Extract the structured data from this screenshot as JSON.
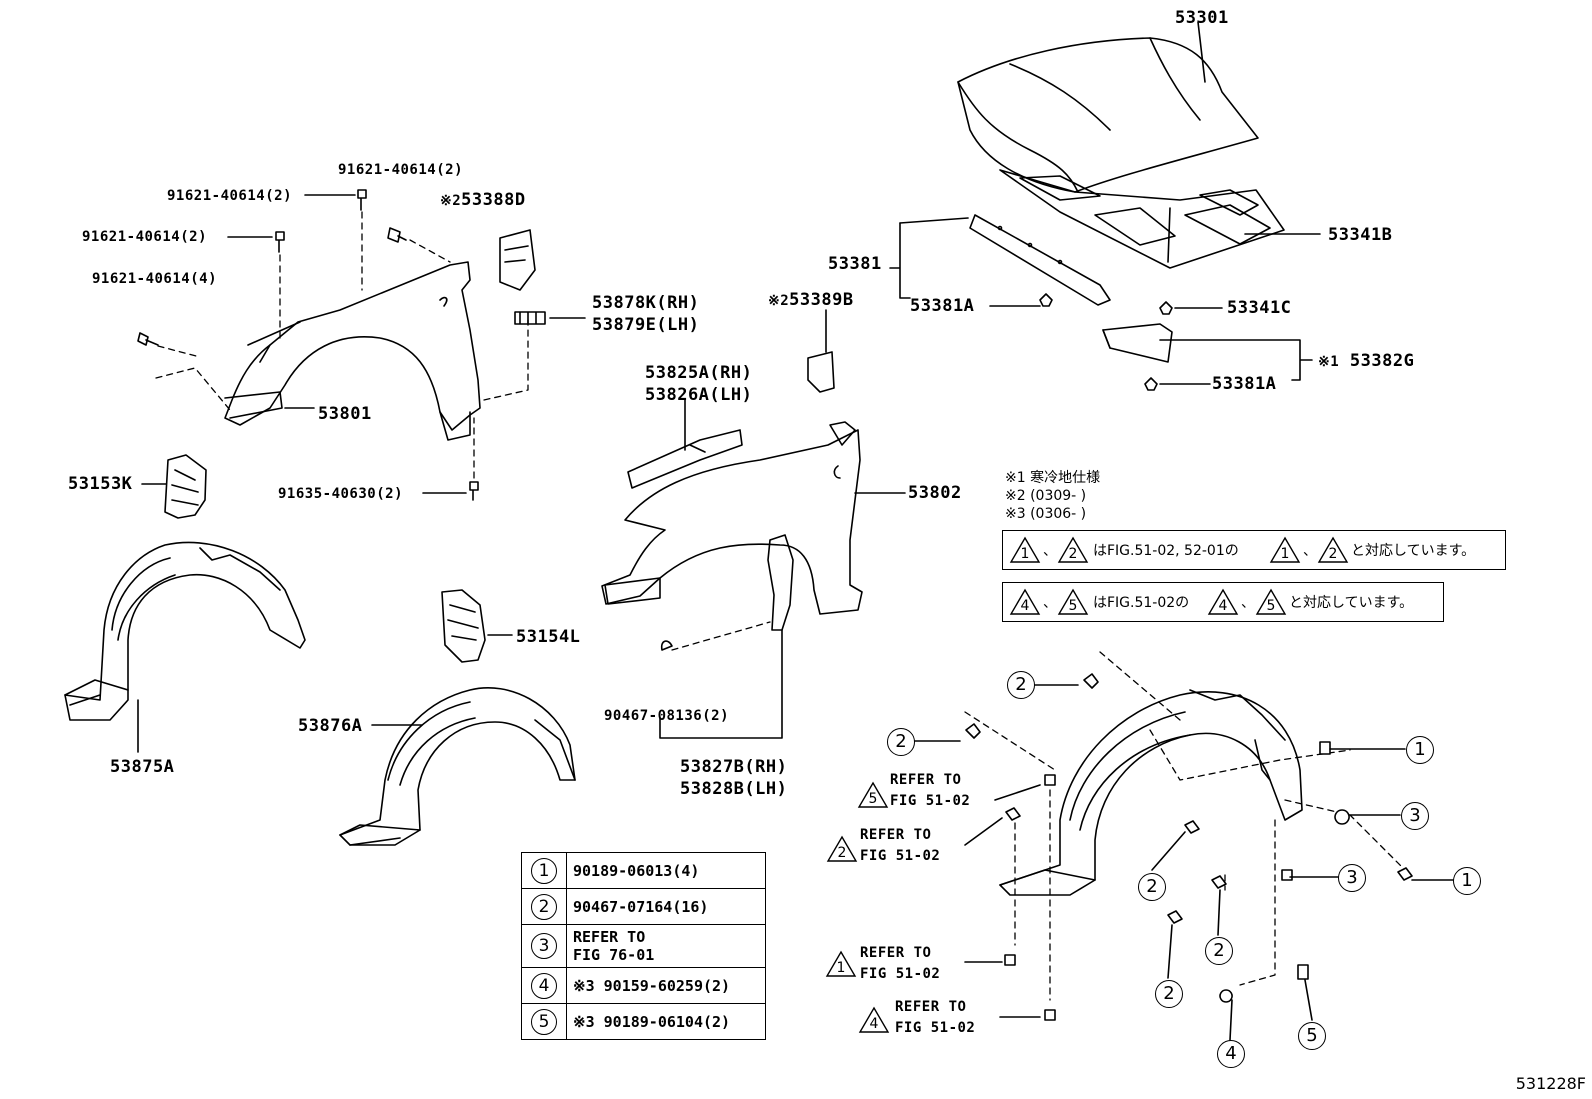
{
  "parts": {
    "p53301": "53301",
    "p53341B": "53341B",
    "p53381": "53381",
    "p53381A_top": "53381A",
    "p53341C": "53341C",
    "p53382G": "53382G",
    "p53382G_mark": "※1",
    "p53381A_bot": "53381A",
    "p53388D": "53388D",
    "p53388D_mark": "※2",
    "p53878K": "53878K(RH)",
    "p53879E": "53879E(LH)",
    "p53389B": "53389B",
    "p53389B_mark": "※2",
    "p53825A": "53825A(RH)",
    "p53826A": "53826A(LH)",
    "p53802": "53802",
    "p53801": "53801",
    "p53153K": "53153K",
    "p53154L": "53154L",
    "p53876A": "53876A",
    "p53875A": "53875A",
    "p90467_08136": "90467-08136(2)",
    "p53827B": "53827B(RH)",
    "p53828B": "53828B(LH)",
    "b91621_a": "91621-40614(2)",
    "b91621_b": "91621-40614(2)",
    "b91621_c": "91621-40614(2)",
    "b91621_d": "91621-40614(4)",
    "b91635": "91635-40630(2)"
  },
  "notes": {
    "n1": "※1  寒冷地仕様",
    "n2": "※2  (0309-        )",
    "n3": "※3  (0306-        )",
    "box1_text": "はFIG.51-02, 52-01の",
    "box1_end": "と対応しています。",
    "box2_text": "はFIG.51-02の",
    "box2_end": "と対応しています。",
    "comma": "、"
  },
  "refers": {
    "r5_line1": "REFER TO",
    "r5_line2": "FIG 51-02",
    "r5_num": "5",
    "r2_line1": "REFER TO",
    "r2_line2": "FIG 51-02",
    "r2_num": "2",
    "r1_line1": "REFER TO",
    "r1_line2": "FIG 51-02",
    "r1_num": "1",
    "r4_line1": "REFER TO",
    "r4_line2": "FIG 51-02",
    "r4_num": "4"
  },
  "callouts": {
    "c2a": "2",
    "c2b": "2",
    "c2c": "2",
    "c2d": "2",
    "c2e": "2",
    "c1a": "1",
    "c1b": "1",
    "c3a": "3",
    "c3b": "3",
    "c4": "4",
    "c5": "5",
    "t1": "1",
    "t2": "2",
    "t4": "4",
    "t5": "5"
  },
  "legend": [
    {
      "num": "1",
      "text": "90189-06013(4)"
    },
    {
      "num": "2",
      "text": "90467-07164(16)"
    },
    {
      "num": "3",
      "text": "REFER TO",
      "text2": "FIG 76-01"
    },
    {
      "num": "4",
      "text": "※3 90159-60259(2)"
    },
    {
      "num": "5",
      "text": "※3 90189-06104(2)"
    }
  ],
  "figure_code": "531228F"
}
